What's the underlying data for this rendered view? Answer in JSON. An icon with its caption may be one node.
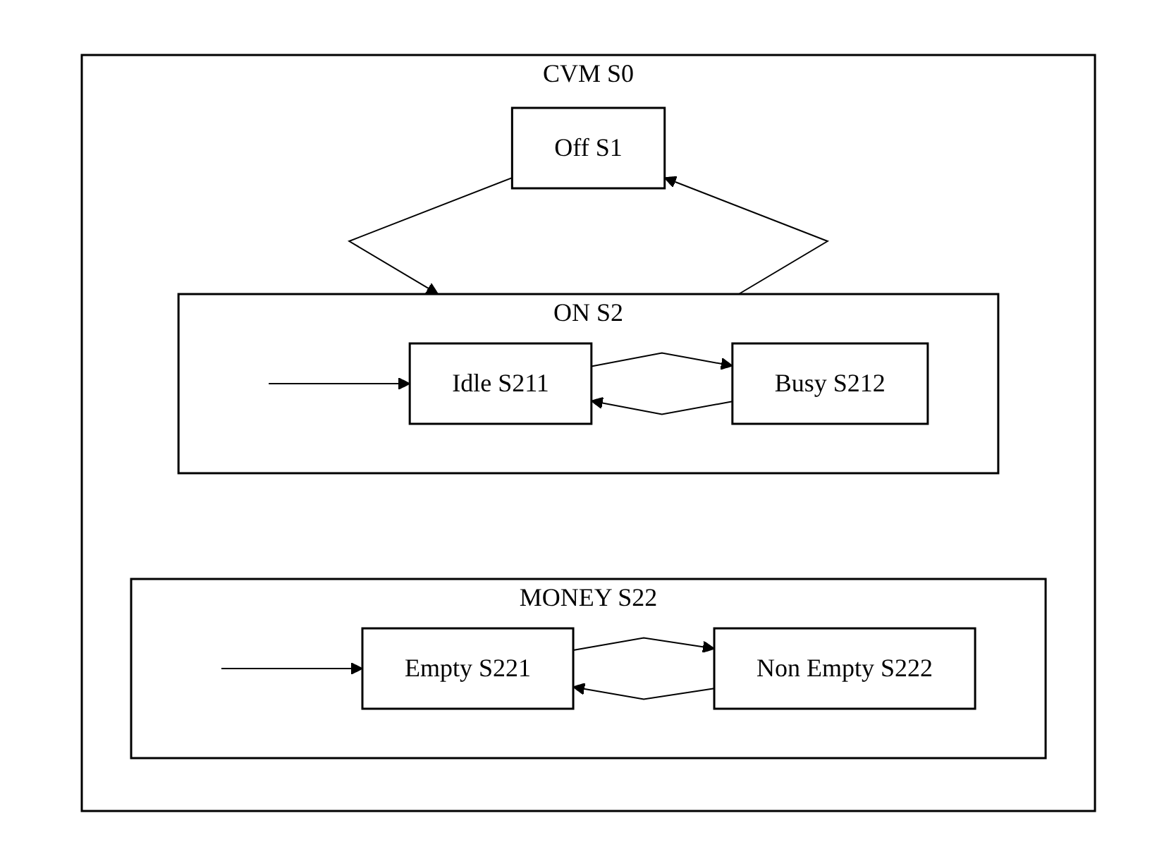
{
  "diagram": {
    "nodes": [
      {
        "text": [
          "CVM S0"
        ]
      },
      {
        "text": [
          "Off S1"
        ],
        "in": 0
      },
      {
        "text": [
          "ON S2"
        ],
        "in": 0
      },
      {
        "text": [
          "Idle S211"
        ],
        "in": 2
      },
      {
        "text": [
          "Busy S212"
        ],
        "in": 2
      },
      {
        "text": [
          "MONEY S22"
        ],
        "in": 0
      },
      {
        "text": [
          "Empty S221"
        ],
        "in": 5
      },
      {
        "text": [
          "Non Empty S222"
        ],
        "in": 5
      }
    ],
    "edges": [
      {
        "from": 1,
        "to": 2,
        "arrow": "to"
      },
      {
        "from": 2,
        "to": 1,
        "arrow": "to"
      },
      {
        "from": null,
        "to": 3,
        "arrow": "to"
      },
      {
        "from": 3,
        "to": 4,
        "arrow": "to"
      },
      {
        "from": 4,
        "to": 3,
        "arrow": "to"
      },
      {
        "from": null,
        "to": 6,
        "arrow": "to"
      },
      {
        "from": 6,
        "to": 7,
        "arrow": "to"
      },
      {
        "from": 7,
        "to": 6,
        "arrow": "to"
      }
    ]
  }
}
